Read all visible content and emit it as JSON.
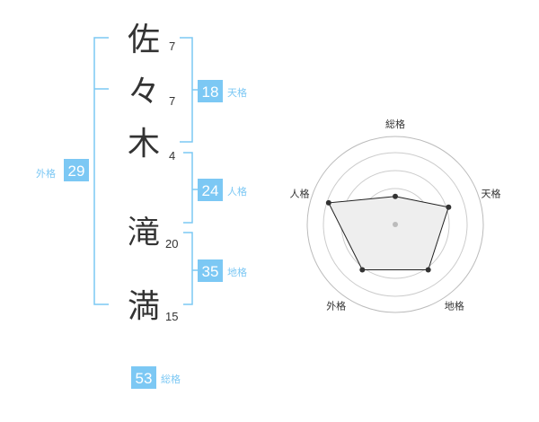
{
  "name_chars": [
    {
      "char": "佐",
      "strokes": "7"
    },
    {
      "char": "々",
      "strokes": "7"
    },
    {
      "char": "木",
      "strokes": "4"
    },
    {
      "char": "滝",
      "strokes": "20"
    },
    {
      "char": "満",
      "strokes": "15"
    }
  ],
  "scores": {
    "tenkaku": {
      "value": "18",
      "label": "天格"
    },
    "jinkaku": {
      "value": "24",
      "label": "人格"
    },
    "chikaku": {
      "value": "35",
      "label": "地格"
    },
    "gaikaku": {
      "value": "29",
      "label": "外格"
    },
    "soukaku": {
      "value": "53",
      "label": "総格"
    }
  },
  "colors": {
    "accent": "#7cc8f4",
    "text": "#333333"
  },
  "chart_data": {
    "type": "radar",
    "axes": [
      "総格",
      "天格",
      "地格",
      "外格",
      "人格"
    ],
    "values": [
      0.4,
      0.8,
      0.8,
      0.8,
      1.0
    ],
    "max": 1.0,
    "rings": 4
  }
}
